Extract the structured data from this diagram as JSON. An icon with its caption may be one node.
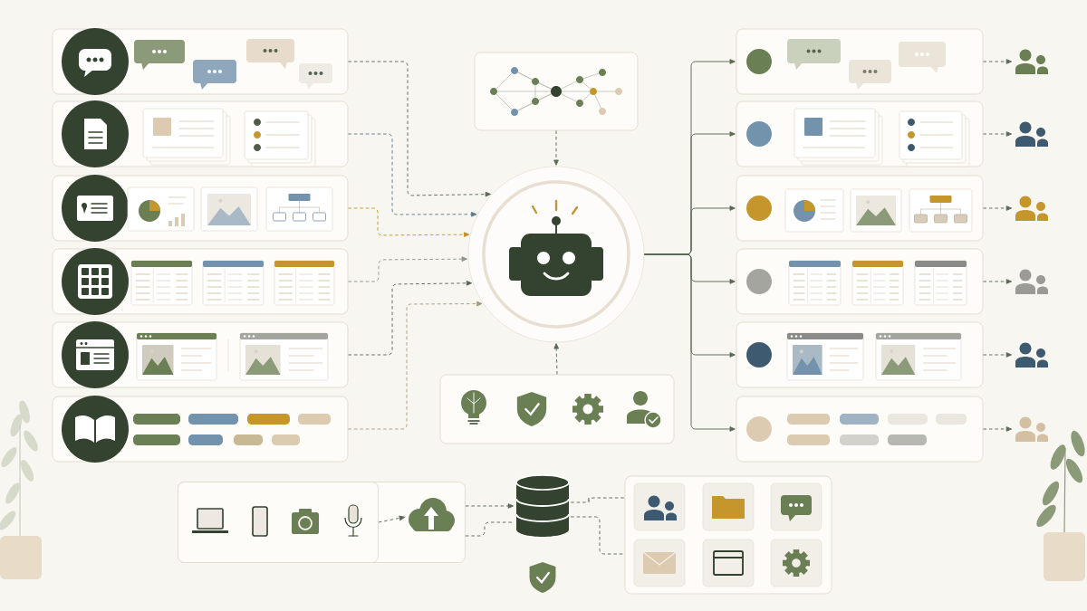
{
  "diagram": {
    "nodes": [
      {
        "text": [],
        "shape": "box"
      },
      {
        "text": [],
        "shape": "box"
      },
      {
        "text": [],
        "shape": "box"
      },
      {
        "text": [],
        "shape": "box"
      },
      {
        "text": [],
        "shape": "box"
      },
      {
        "text": [],
        "shape": "box"
      },
      {
        "text": [],
        "shape": "box"
      },
      {
        "text": [],
        "shape": "circle"
      },
      {
        "text": [],
        "shape": "box"
      },
      {
        "text": [],
        "shape": "box"
      },
      {
        "text": [],
        "shape": "box"
      },
      {
        "text": [],
        "shape": "box"
      },
      {
        "text": [],
        "shape": "box"
      },
      {
        "text": [],
        "shape": "box"
      },
      {
        "text": [],
        "shape": "box"
      },
      {
        "text": [],
        "shape": "person"
      },
      {
        "text": [],
        "shape": "person"
      },
      {
        "text": [],
        "shape": "person"
      },
      {
        "text": [],
        "shape": "person"
      },
      {
        "text": [],
        "shape": "person"
      },
      {
        "text": [],
        "shape": "person"
      },
      {
        "text": [],
        "shape": "box"
      },
      {
        "text": [],
        "shape": "box",
        "in": 21
      },
      {
        "text": [],
        "shape": "cloud",
        "in": 21
      },
      {
        "text": [],
        "shape": "cylinder"
      },
      {
        "text": [],
        "shape": "box"
      }
    ],
    "edges": [
      {
        "from": 0,
        "to": 7,
        "arrow": "to",
        "style": "dashed"
      },
      {
        "from": 1,
        "to": 7,
        "arrow": "to",
        "style": "dashed",
        "color": "#5d7a8c"
      },
      {
        "from": 2,
        "to": 7,
        "arrow": "to",
        "style": "dashed",
        "color": "#c0962a"
      },
      {
        "from": 3,
        "to": 7,
        "arrow": "to",
        "style": "dashed",
        "color": "#8c948a"
      },
      {
        "from": 4,
        "to": 7,
        "arrow": "to",
        "style": "dashed"
      },
      {
        "from": 5,
        "to": 7,
        "arrow": "to",
        "style": "dashed",
        "color": "#a8997f"
      },
      {
        "from": 6,
        "to": 7,
        "arrow": "to",
        "style": "dashed"
      },
      {
        "from": 8,
        "to": 7,
        "arrow": "to",
        "style": "dashed"
      },
      {
        "from": 7,
        "to": 9,
        "arrow": "to"
      },
      {
        "from": 7,
        "to": 10,
        "arrow": "to"
      },
      {
        "from": 7,
        "to": 11,
        "arrow": "to"
      },
      {
        "from": 7,
        "to": 12,
        "arrow": "to"
      },
      {
        "from": 7,
        "to": 13,
        "arrow": "to"
      },
      {
        "from": 7,
        "to": 14,
        "arrow": "to"
      },
      {
        "from": 9,
        "to": 15,
        "arrow": "to",
        "style": "dashed"
      },
      {
        "from": 10,
        "to": 16,
        "arrow": "to",
        "style": "dashed"
      },
      {
        "from": 11,
        "to": 17,
        "arrow": "to",
        "style": "dashed"
      },
      {
        "from": 12,
        "to": 18,
        "arrow": "to",
        "style": "dashed"
      },
      {
        "from": 13,
        "to": 19,
        "arrow": "to",
        "style": "dashed"
      },
      {
        "from": 14,
        "to": 20,
        "arrow": "to",
        "style": "dashed"
      },
      {
        "from": 22,
        "to": 23,
        "arrow": "to",
        "style": "dashed"
      },
      {
        "from": 21,
        "to": 24,
        "arrow": "to",
        "style": "dashed"
      },
      {
        "from": 21,
        "to": 24,
        "arrow": "none",
        "style": "dashed"
      },
      {
        "from": 24,
        "to": 25,
        "arrow": "none",
        "style": "dashed"
      },
      {
        "from": 24,
        "to": 25,
        "arrow": "none",
        "style": "dashed"
      }
    ]
  }
}
